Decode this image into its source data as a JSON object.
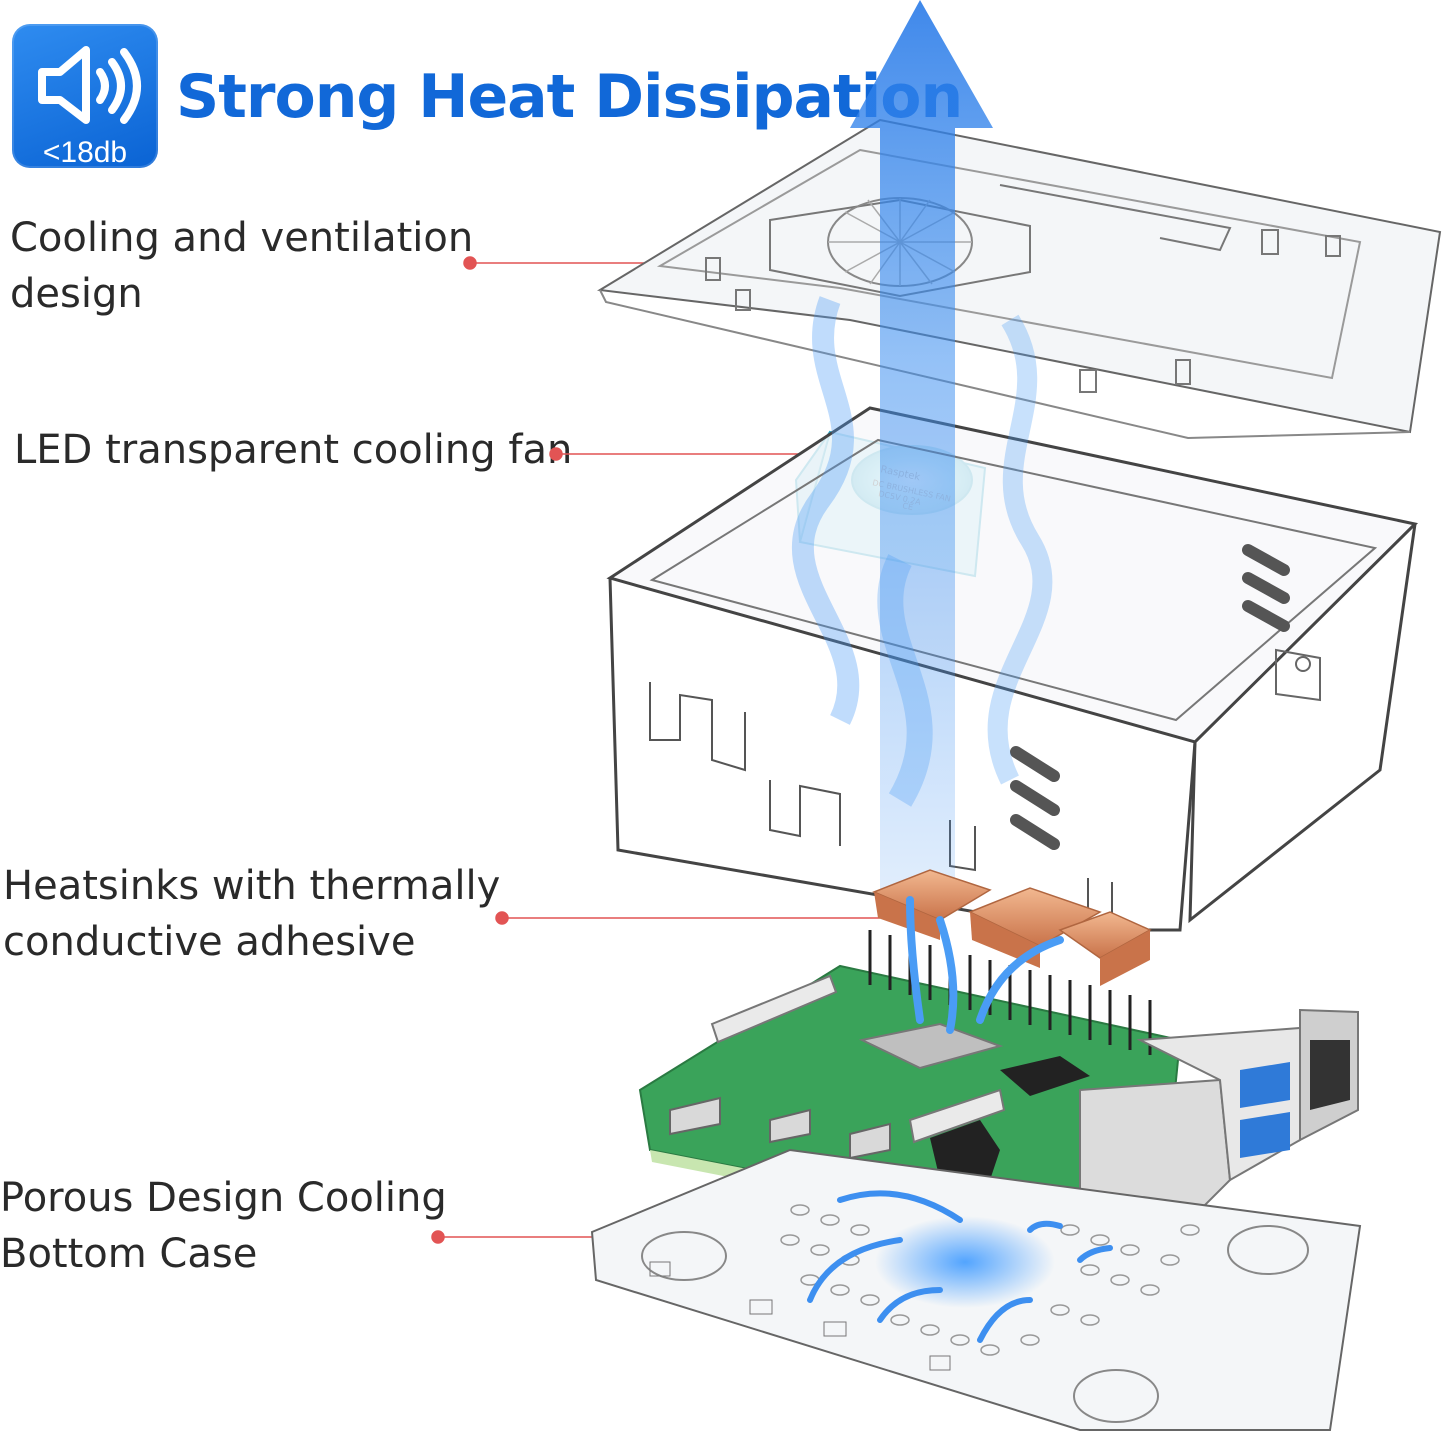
{
  "badge": {
    "icon": "speaker-icon",
    "text": "<18db",
    "color": "#1a75e8"
  },
  "title": "Strong Heat Dissipation",
  "callouts": [
    {
      "line1": "Cooling and ventilation",
      "line2": "design"
    },
    {
      "line1": "LED transparent cooling fan",
      "line2": ""
    },
    {
      "line1": "Heatsinks with thermally",
      "line2": "conductive adhesive"
    },
    {
      "line1": "Porous Design Cooling",
      "line2": "Bottom Case"
    }
  ],
  "fan_label": {
    "brand": "Rasptek",
    "line1": "DC BRUSHLESS FAN",
    "line2": "DC5V 0.2A",
    "mark": "CE"
  },
  "colors": {
    "title": "#1168d8",
    "leader": "#e25454",
    "airflow": "#3d8ff0",
    "pcb": "#3aa35a",
    "copper": "#d98a5a"
  }
}
